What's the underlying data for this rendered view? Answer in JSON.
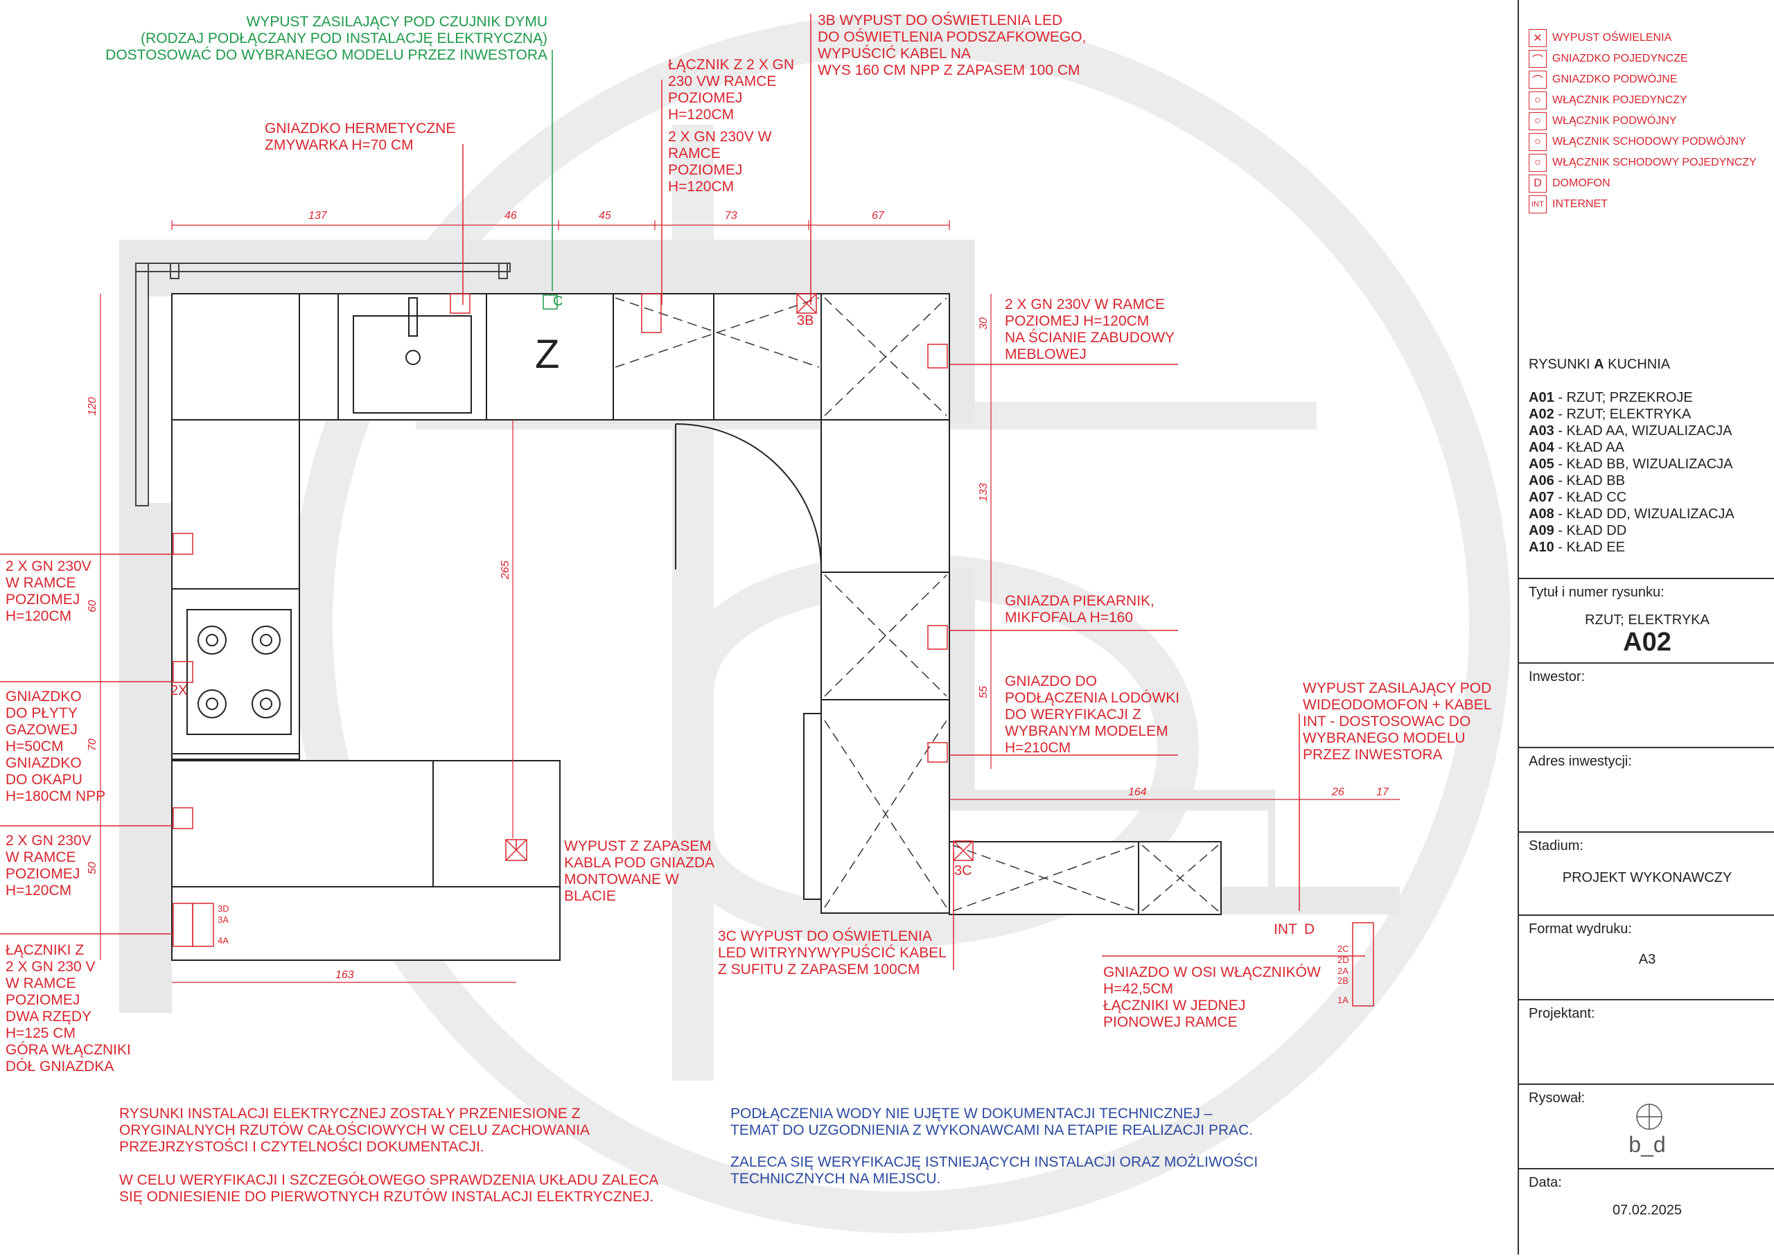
{
  "annotations": {
    "smoke_detector": "WYPUST ZASILAJĄCY POD CZUJNIK DYMU\n(RODZAJ PODŁĄCZANY POD INSTALACJĘ ELEKTRYCZNĄ)\nDOSTOSOWAĆ DO WYBRANEGO MODELU PRZEZ INWESTORA",
    "dishwasher": "GNIAZDKO HERMETYCZNE\nZMYWARKA H=70 CM",
    "switch_2gn": "ŁĄCZNIK Z 2 X GN\n230 VW RAMCE\nPOZIOMEJ\nH=120CM",
    "gn_230_frame": "2 X GN 230V W\nRAMCE\nPOZIOMEJ\nH=120CM",
    "led_3b": "3B WYPUST DO OŚWIETLENIA LED\nDO OŚWIETLENIA PODSZAFKOWEGO,\nWYPUŚCIĆ KABEL NA\nWYS 160 CM NPP Z ZAPASEM 100 CM",
    "gn_wall": "2 X GN 230V W RAMCE\nPOZIOMEJ H=120CM\nNA ŚCIANIE ZABUDOWY\nMEBLOWEJ",
    "oven": "GNIAZDA PIEKARNIK,\nMIKFOFALA H=160",
    "fridge": "GNIAZDO DO\nPODŁĄCZENIA LODÓWKI\nDO WERYFIKACJI Z\nWYBRANYM MODELEM\nH=210CM",
    "intercom": "WYPUST ZASILAJĄCY POD\nWIDEODOMOFON + KABEL\nINT - DOSTOSOWAC DO\nWYBRANEGO MODELU\nPRZEZ INWESTORA",
    "left_gn_1": "2 X GN 230V\nW RAMCE\nPOZIOMEJ\nH=120CM",
    "gas_hob": "GNIAZDKO\nDO PŁYTY\nGAZOWEJ\nH=50CM\nGNIAZDKO\nDO OKAPU\nH=180CM NPP",
    "left_gn_2": "2 X GN 230V\nW RAMCE\nPOZIOMEJ\nH=120CM",
    "switches_left": "ŁĄCZNIKI Z\n2 X GN 230 V\nW RAMCE\nPOZIOMEJ\nDWA RZĘDY\nH=125 CM\nGÓRA WŁĄCZNIKI\nDÓŁ GNIAZDKA",
    "reserve_outlet": "WYPUST Z ZAPASEM\nKABLA POD GNIAZDA\nMONTOWANE W\nBLACIE",
    "led_3c": "3C WYPUST DO OŚWIETLENIA\nLED WITRYNYWYPUŚCIĆ KABEL\nZ SUFITU Z ZAPASEM 100CM",
    "axis_outlet": "GNIAZDO W OSI WŁĄCZNIKÓW\nH=42,5CM\nŁĄCZNIKI W JEDNEJ\nPIONOWEJ RAMCE"
  },
  "notes": {
    "red_1": "RYSUNKI INSTALACJI ELEKTRYCZNEJ ZOSTAŁY PRZENIESIONE Z\nORYGINALNYCH RZUTÓW CAŁOŚCIOWYCH W CELU ZACHOWANIA\nPRZEJRZYSTOŚCI I CZYTELNOŚCI DOKUMENTACJI.",
    "red_2": "W CELU WERYFIKACJI I SZCZEGÓŁOWEGO SPRAWDZENIA UKŁADU ZALECA\nSIĘ ODNIESIENIE DO PIERWOTNYCH RZUTÓW INSTALACJI ELEKTRYCZNEJ.",
    "blue_1": "PODŁĄCZENIA WODY NIE UJĘTE W DOKUMENTACJI TECHNICZNEJ –\nTEMAT DO UZGODNIENIA Z WYKONAWCAMI NA ETAPIE REALIZACJI PRAC.",
    "blue_2": "ZALECA SIĘ WERYFIKACJĘ ISTNIEJĄCYCH INSTALACJI ORAZ MOŻLIWOŚCI\nTECHNICZNYCH NA MIEJSCU."
  },
  "dimensions": {
    "top": [
      "137",
      "46",
      "45",
      "73",
      "67"
    ],
    "left": [
      "120",
      "60",
      "70",
      "50"
    ],
    "right": [
      "30",
      "133",
      "55"
    ],
    "bottom_right": [
      "164",
      "26",
      "17"
    ],
    "bottom": "163",
    "center": "265"
  },
  "labels": {
    "z": "Z",
    "c": "C",
    "b3": "3B",
    "c3": "3C",
    "x2": "2X",
    "int": "INT",
    "d": "D",
    "sw_3d": "3D",
    "sw_3a": "3A",
    "sw_4a": "4A",
    "sw_2c": "2C",
    "sw_2d": "2D",
    "sw_2a": "2A",
    "sw_2b": "2B",
    "sw_1a": "1A"
  },
  "legend": [
    {
      "icon": "outlet-light-icon",
      "glyph": "✕",
      "label": "WYPUST OŚWIELENIA"
    },
    {
      "icon": "single-socket-icon",
      "glyph": "⌒",
      "label": "GNIAZDKO POJEDYNCZE"
    },
    {
      "icon": "double-socket-icon",
      "glyph": "⌒",
      "label": "GNIAZDKO PODWÓJNE"
    },
    {
      "icon": "single-switch-icon",
      "glyph": "○",
      "label": "WŁĄCZNIK POJEDYNCZY"
    },
    {
      "icon": "double-switch-icon",
      "glyph": "○",
      "label": "WŁĄCZNIK PODWÓJNY"
    },
    {
      "icon": "stair-double-switch-icon",
      "glyph": "○",
      "label": "WŁĄCZNIK SCHODOWY PODWÓJNY"
    },
    {
      "icon": "stair-single-switch-icon",
      "glyph": "○",
      "label": "WŁĄCZNIK SCHODOWY POJEDYNCZY"
    },
    {
      "icon": "intercom-icon",
      "glyph": "D",
      "label": "DOMOFON"
    },
    {
      "icon": "internet-icon",
      "glyph": "INT",
      "label": "INTERNET"
    }
  ],
  "title_block": {
    "sheets_title_pre": "RYSUNKI ",
    "sheets_title_bold": "A",
    "sheets_title_post": " KUCHNIA",
    "sheets": [
      {
        "code": "A01",
        "desc": " - RZUT; PRZEKROJE"
      },
      {
        "code": "A02",
        "desc": " - RZUT; ELEKTRYKA"
      },
      {
        "code": "A03",
        "desc": " - KŁAD AA, WIZUALIZACJA"
      },
      {
        "code": "A04",
        "desc": " - KŁAD AA"
      },
      {
        "code": "A05",
        "desc": " - KŁAD BB, WIZUALIZACJA"
      },
      {
        "code": "A06",
        "desc": " - KŁAD BB"
      },
      {
        "code": "A07",
        "desc": " - KŁAD CC"
      },
      {
        "code": "A08",
        "desc": " - KŁAD DD, WIZUALIZACJA"
      },
      {
        "code": "A09",
        "desc": " - KŁAD DD"
      },
      {
        "code": "A10",
        "desc": " - KŁAD EE"
      }
    ],
    "drawing_title_label": "Tytuł i numer rysunku:",
    "drawing_title": "RZUT; ELEKTRYKA",
    "drawing_number": "A02",
    "investor_label": "Inwestor:",
    "address_label": "Adres inwestycji:",
    "stage_label": "Stadium:",
    "stage": "PROJEKT WYKONAWCZY",
    "format_label": "Format wydruku:",
    "format": "A3",
    "designer_label": "Projektant:",
    "drawn_label": "Rysował:",
    "logo_text": "b_d",
    "date_label": "Data:",
    "date": "07.02.2025"
  }
}
